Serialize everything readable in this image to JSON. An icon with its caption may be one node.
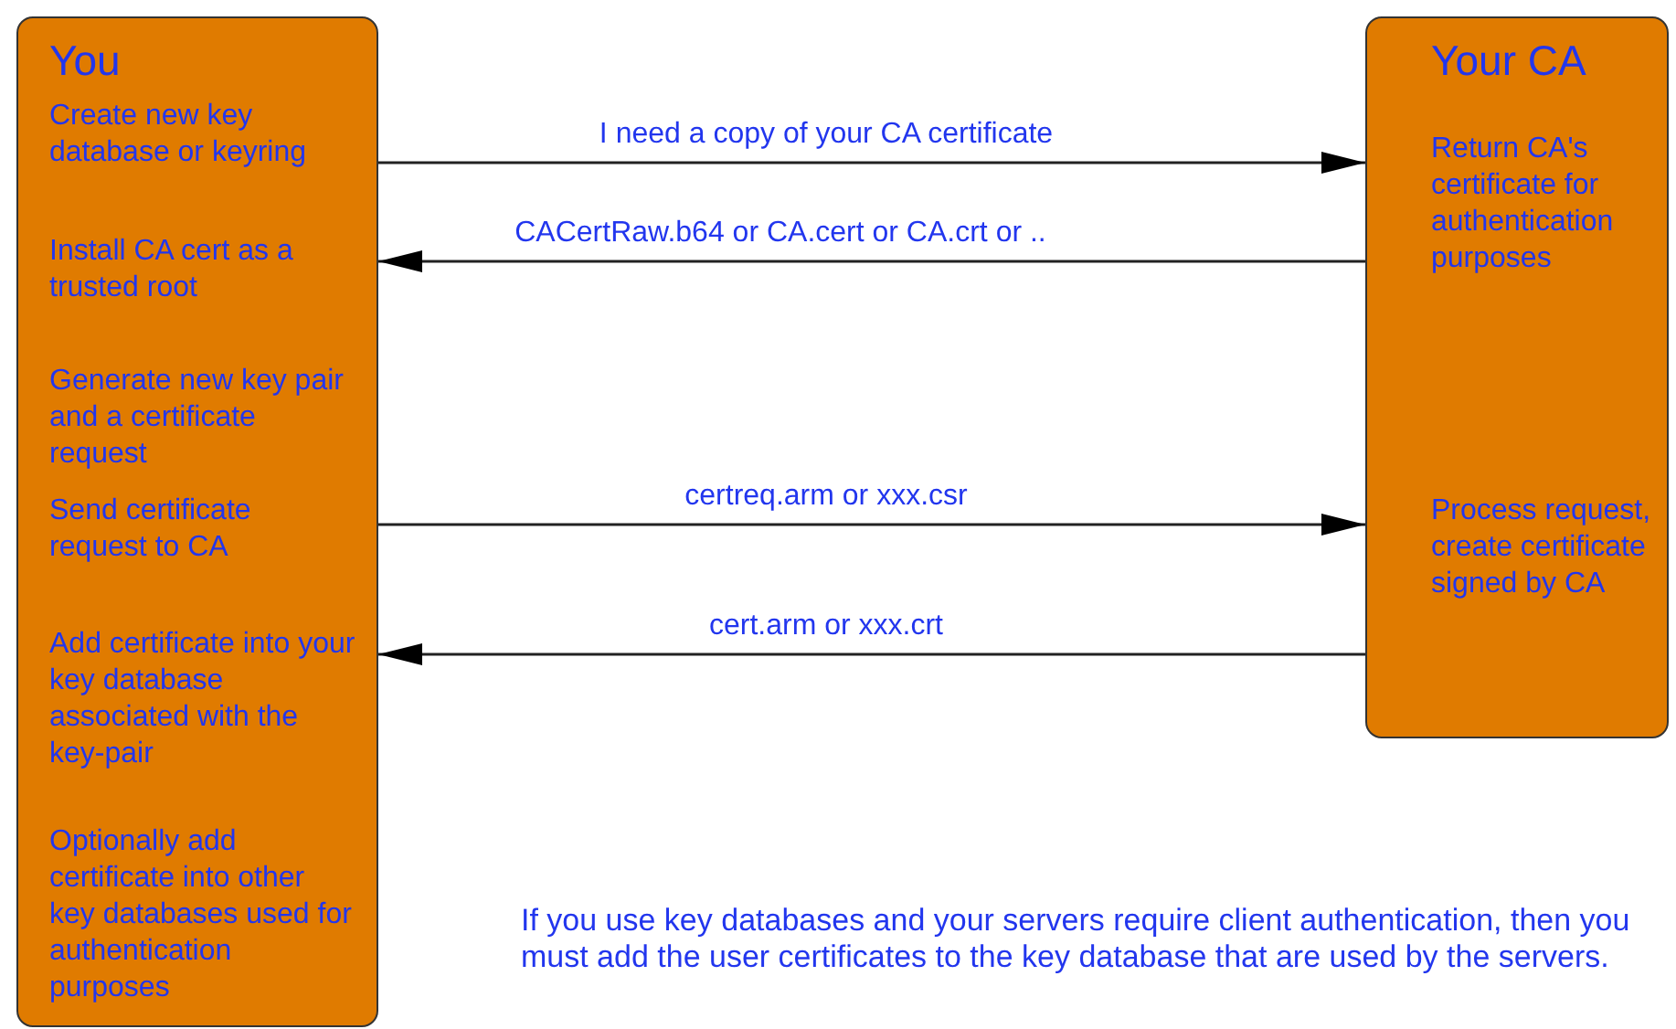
{
  "diagram": {
    "nodes": [
      {
        "text": [
          "You",
          "Create new key database or keyring",
          "Install CA cert as a trusted root",
          "Generate new key pair and a certificate request",
          "Send certificate request to CA",
          "Add certificate into your key database associated with the key-pair",
          "Optionally add certificate into other key databases used for authentication purposes"
        ]
      },
      {
        "text": [
          "Your CA",
          "Return CA's certificate for authentication purposes",
          "Process request, create certificate signed by CA"
        ]
      }
    ],
    "edges": [
      {
        "from": 0,
        "to": 1,
        "arrow": "to",
        "label": "I need a copy of your CA certificate"
      },
      {
        "from": 1,
        "to": 0,
        "arrow": "to",
        "label": "CACertRaw.b64 or CA.cert or CA.crt or .."
      },
      {
        "from": 0,
        "to": 1,
        "arrow": "to",
        "label": "certreq.arm or xxx.csr"
      },
      {
        "from": 1,
        "to": 0,
        "arrow": "to",
        "label": "cert.arm or xxx.crt"
      }
    ],
    "labels": [
      "If you use key databases and your servers require client authentication, then you must add the user certificates to the key database that are used by the servers."
    ]
  }
}
